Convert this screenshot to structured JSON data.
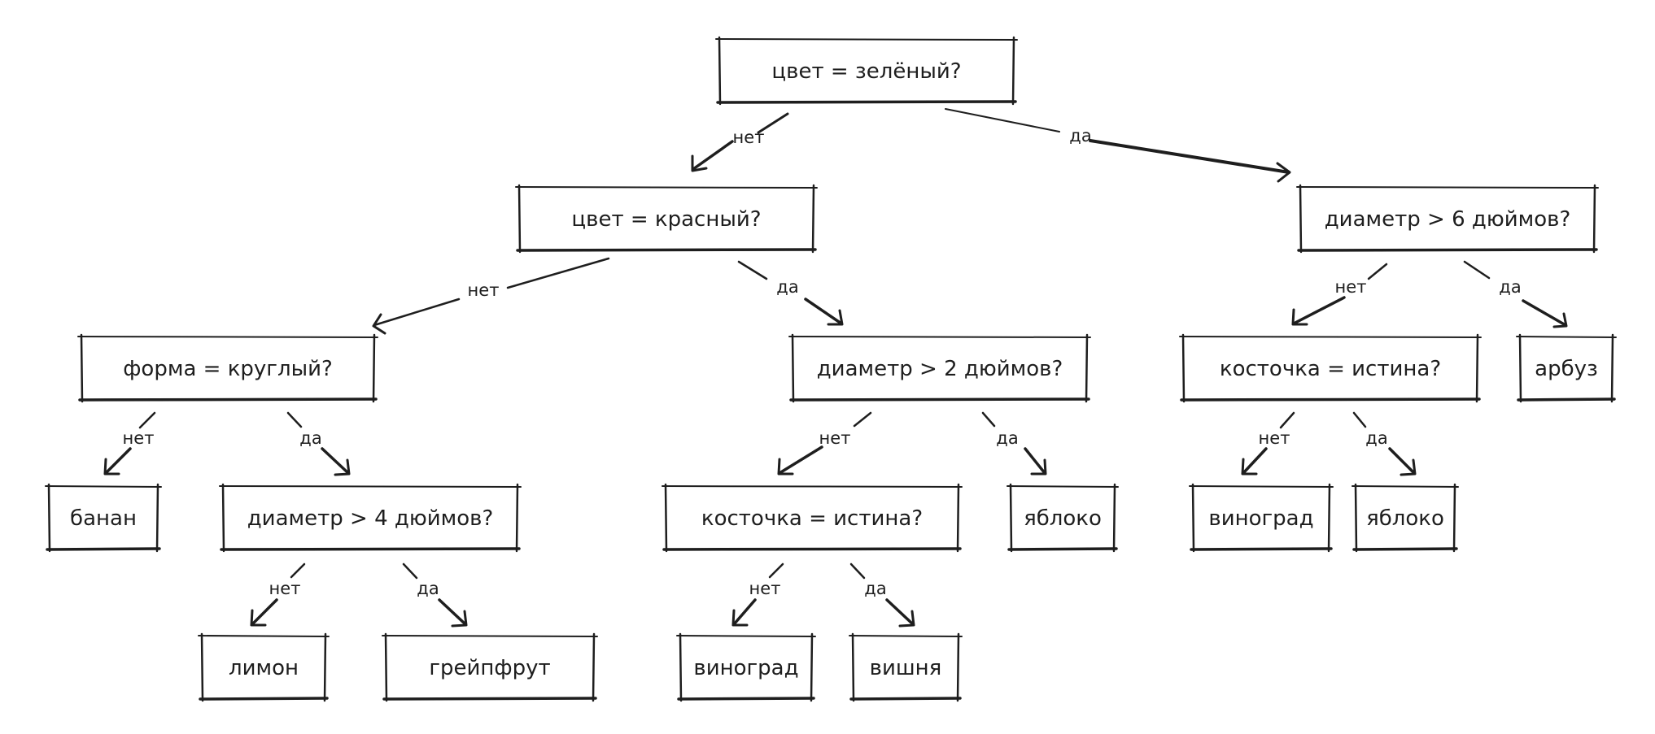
{
  "colors": {
    "ink": "#1e1e1e",
    "background": "#ffffff"
  },
  "nodes": {
    "root": {
      "label": "цвет = зелёный?"
    },
    "red": {
      "label": "цвет = красный?"
    },
    "diam6": {
      "label": "диаметр > 6 дюймов?"
    },
    "shape": {
      "label": "форма = круглый?"
    },
    "diam2": {
      "label": "диаметр > 2 дюймов?"
    },
    "pit_right": {
      "label": "косточка = истина?"
    },
    "watermelon": {
      "label": "арбуз"
    },
    "banana": {
      "label": "банан"
    },
    "diam4": {
      "label": "диаметр > 4 дюймов?"
    },
    "pit_mid": {
      "label": "косточка = истина?"
    },
    "apple_mid": {
      "label": "яблоко"
    },
    "grape_right": {
      "label": "виноград"
    },
    "apple_right": {
      "label": "яблоко"
    },
    "lemon": {
      "label": "лимон"
    },
    "grapefruit": {
      "label": "грейпфрут"
    },
    "grape_mid": {
      "label": "виноград"
    },
    "cherry": {
      "label": "вишня"
    }
  },
  "edges": [
    {
      "from": "root",
      "to": "red",
      "label": "нет"
    },
    {
      "from": "root",
      "to": "diam6",
      "label": "да"
    },
    {
      "from": "red",
      "to": "shape",
      "label": "нет"
    },
    {
      "from": "red",
      "to": "diam2",
      "label": "да"
    },
    {
      "from": "diam6",
      "to": "pit_right",
      "label": "нет"
    },
    {
      "from": "diam6",
      "to": "watermelon",
      "label": "да"
    },
    {
      "from": "shape",
      "to": "banana",
      "label": "нет"
    },
    {
      "from": "shape",
      "to": "diam4",
      "label": "да"
    },
    {
      "from": "diam2",
      "to": "pit_mid",
      "label": "нет"
    },
    {
      "from": "diam2",
      "to": "apple_mid",
      "label": "да"
    },
    {
      "from": "pit_right",
      "to": "grape_right",
      "label": "нет"
    },
    {
      "from": "pit_right",
      "to": "apple_right",
      "label": "да"
    },
    {
      "from": "diam4",
      "to": "lemon",
      "label": "нет"
    },
    {
      "from": "diam4",
      "to": "grapefruit",
      "label": "да"
    },
    {
      "from": "pit_mid",
      "to": "grape_mid",
      "label": "нет"
    },
    {
      "from": "pit_mid",
      "to": "cherry",
      "label": "да"
    }
  ]
}
